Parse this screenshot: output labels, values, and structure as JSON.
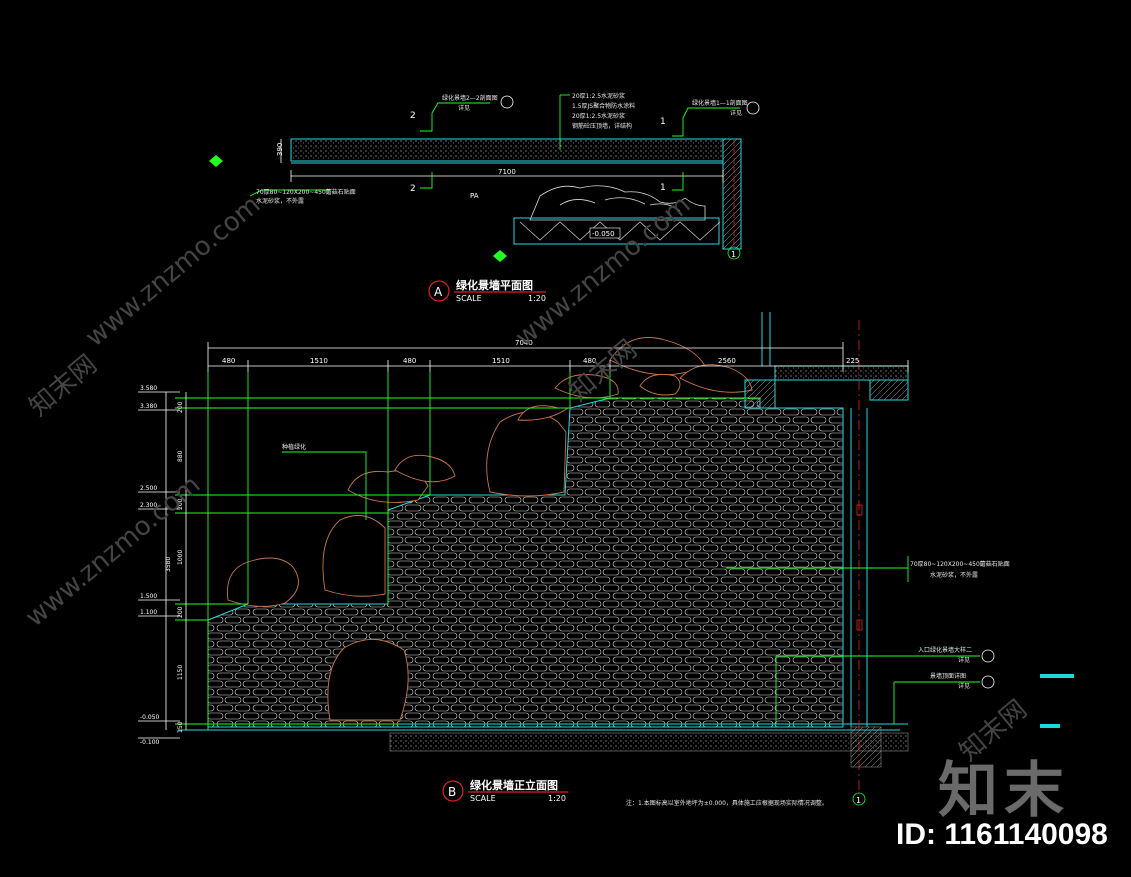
{
  "watermarks": {
    "site": "www.znzmo.com",
    "brand_cn": "知末网",
    "brand_big": "知末",
    "id_label": "ID: 1161140098"
  },
  "plan": {
    "title": "绿化景墙平面图",
    "scale_label": "SCALE",
    "scale_value": "1:20",
    "marker": "A",
    "dim_width": "7100",
    "dim_thick": "390",
    "pa_label": "PA",
    "elev_label": "-0.050",
    "axis_marker": "1",
    "section_2": "2",
    "section_1": "1",
    "notes_top": [
      "20厚1:2.5水泥砂浆",
      "1.5厚JS聚合物防水涂料",
      "20厚1:2.5水泥砂浆",
      "钢筋砼压顶墙，详结构"
    ],
    "note_left_1": "70厚80~120X200~450蘑菇石贴面",
    "note_left_2": "水泥砂浆，不外露",
    "callout_left": "绿化景墙2—2剖面图",
    "callout_right": "绿化景墙1—1剖面图",
    "callout_sub": "详见"
  },
  "elevation": {
    "title": "绿化景墙正立面图",
    "scale_label": "SCALE",
    "scale_value": "1:20",
    "marker": "B",
    "total_width": "7040",
    "segments": [
      "480",
      "1510",
      "480",
      "1510",
      "480",
      "2560",
      "225"
    ],
    "levels": [
      "3.580",
      "3.380",
      "2.500",
      "2.300",
      "1.500",
      "1.100",
      "-0.050",
      "-0.100"
    ],
    "heights": [
      "200",
      "880",
      "200",
      "1000",
      "3580",
      "200",
      "1150",
      "150"
    ],
    "label_plant": "种植绿化",
    "note_right_1": "70厚80~120X200~450蘑菇石贴面",
    "note_right_2": "水泥砂浆，不外露",
    "callout_1": "入口绿化景墙大样二",
    "callout_2": "景墙顶面详图",
    "callout_sub": "详见",
    "axis_marker": "1",
    "footnote": "注：1.本图标高以室外地坪为±0.000，具体施工应根据现场实际情况调整。"
  }
}
